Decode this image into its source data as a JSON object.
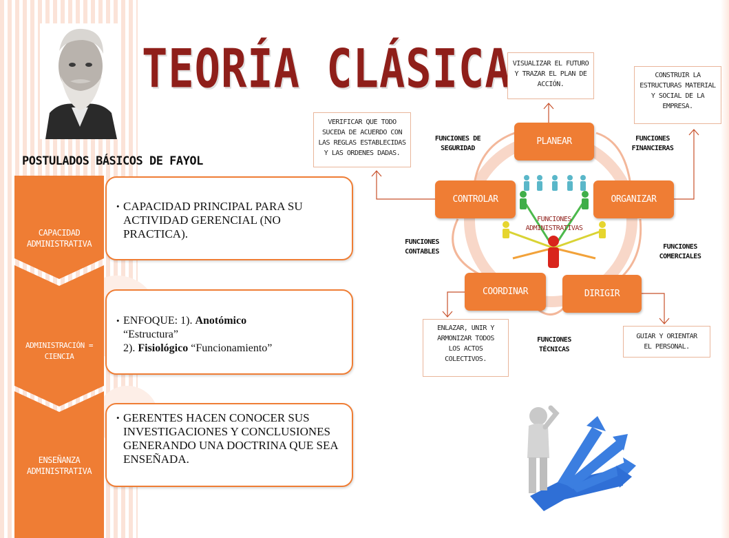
{
  "title": "TEORÍA CLÁSICA",
  "subtitle": "POSTULADOS BÁSICOS DE FAYOL",
  "postulados": [
    {
      "label": "CAPACIDAD ADMINISTRATIVA",
      "lines": [
        "CAPACIDAD PRINCIPAL PARA SU ACTIVIDAD GERENCIAL (NO PRACTICA)."
      ]
    },
    {
      "label": "ADMINISTRACIÓN = CIENCIA",
      "line1_pre": "ENFOQUE: 1). ",
      "line1_bold": "Anotómico",
      "line2": "“Estructura”",
      "line3_pre": "2). ",
      "line3_bold": "Fisiológico",
      "line3_post": " “Funcionamiento”"
    },
    {
      "label": "ENSEÑANZA ADMINISTRATIVA",
      "lines": [
        "GERENTES HACEN CONOCER SUS INVESTIGACIONES Y CONCLUSIONES GENERANDO UNA DOCTRINA QUE SEA ENSEÑADA."
      ]
    }
  ],
  "diagram": {
    "center": "FUNCIONES ADMINISTRATIVAS",
    "nodes": {
      "planear": "PLANEAR",
      "organizar": "ORGANIZAR",
      "dirigir": "DIRIGIR",
      "coordinar": "COORDINAR",
      "controlar": "CONTROLAR"
    },
    "descriptions": {
      "planear": "VISUALIZAR EL FUTURO Y TRAZAR EL PLAN DE ACCIÓN.",
      "organizar": "CONSTRUIR LA ESTRUCTURAS MATERIAL Y SOCIAL DE LA EMPRESA.",
      "dirigir": "GUIAR Y ORIENTAR EL PERSONAL.",
      "coordinar": "ENLAZAR, UNIR Y ARMONIZAR TODOS LOS ACTOS COLECTIVOS.",
      "controlar": "VERIFICAR QUE TODO SUCEDA DE ACUERDO CON LAS REGLAS ESTABLECIDAS Y LAS ORDENES DADAS."
    },
    "funciones": {
      "seguridad": "FUNCIONES DE SEGURIDAD",
      "financieras": "FUNCIONES FINANCIERAS",
      "contables": "FUNCIONES CONTABLES",
      "comerciales": "FUNCIONES COMERCIALES",
      "tecnicas": "FUNCIONES TÉCNICAS"
    }
  },
  "colors": {
    "accent": "#ef7d34",
    "title": "#8f1f1a",
    "arrow": "#2f6fd6"
  }
}
